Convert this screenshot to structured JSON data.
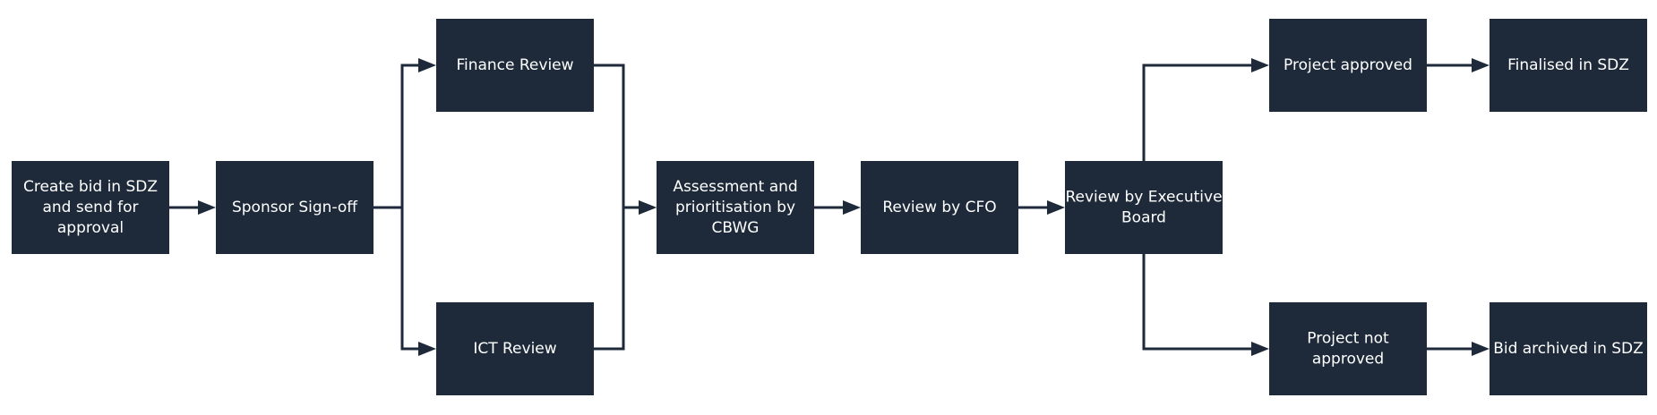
{
  "colors": {
    "node_fill": "#1e2a3a",
    "node_text": "#ffffff",
    "connector": "#1e2a3a",
    "background": "#ffffff"
  },
  "nodes": [
    {
      "id": "create-bid",
      "lines": [
        "Create bid in SDZ",
        "and send for",
        "approval"
      ]
    },
    {
      "id": "sponsor-signoff",
      "lines": [
        "Sponsor Sign-off"
      ]
    },
    {
      "id": "finance-review",
      "lines": [
        "Finance Review"
      ]
    },
    {
      "id": "ict-review",
      "lines": [
        "ICT Review"
      ]
    },
    {
      "id": "assessment-cbwg",
      "lines": [
        "Assessment and",
        "prioritisation by",
        "CBWG"
      ]
    },
    {
      "id": "review-cfo",
      "lines": [
        "Review by CFO"
      ]
    },
    {
      "id": "review-executive-board",
      "lines": [
        "Review by Executive",
        "Board"
      ]
    },
    {
      "id": "project-approved",
      "lines": [
        "Project approved"
      ]
    },
    {
      "id": "finalised-sdz",
      "lines": [
        "Finalised in SDZ"
      ]
    },
    {
      "id": "project-not-approved",
      "lines": [
        "Project not",
        "approved"
      ]
    },
    {
      "id": "bid-archived-sdz",
      "lines": [
        "Bid archived in SDZ"
      ]
    }
  ],
  "edges": [
    {
      "from": "create-bid",
      "to": "sponsor-signoff"
    },
    {
      "from": "sponsor-signoff",
      "to": "finance-review"
    },
    {
      "from": "sponsor-signoff",
      "to": "ict-review"
    },
    {
      "from": "finance-review",
      "to": "assessment-cbwg"
    },
    {
      "from": "ict-review",
      "to": "assessment-cbwg"
    },
    {
      "from": "assessment-cbwg",
      "to": "review-cfo"
    },
    {
      "from": "review-cfo",
      "to": "review-executive-board"
    },
    {
      "from": "review-executive-board",
      "to": "project-approved"
    },
    {
      "from": "review-executive-board",
      "to": "project-not-approved"
    },
    {
      "from": "project-approved",
      "to": "finalised-sdz"
    },
    {
      "from": "project-not-approved",
      "to": "bid-archived-sdz"
    }
  ]
}
